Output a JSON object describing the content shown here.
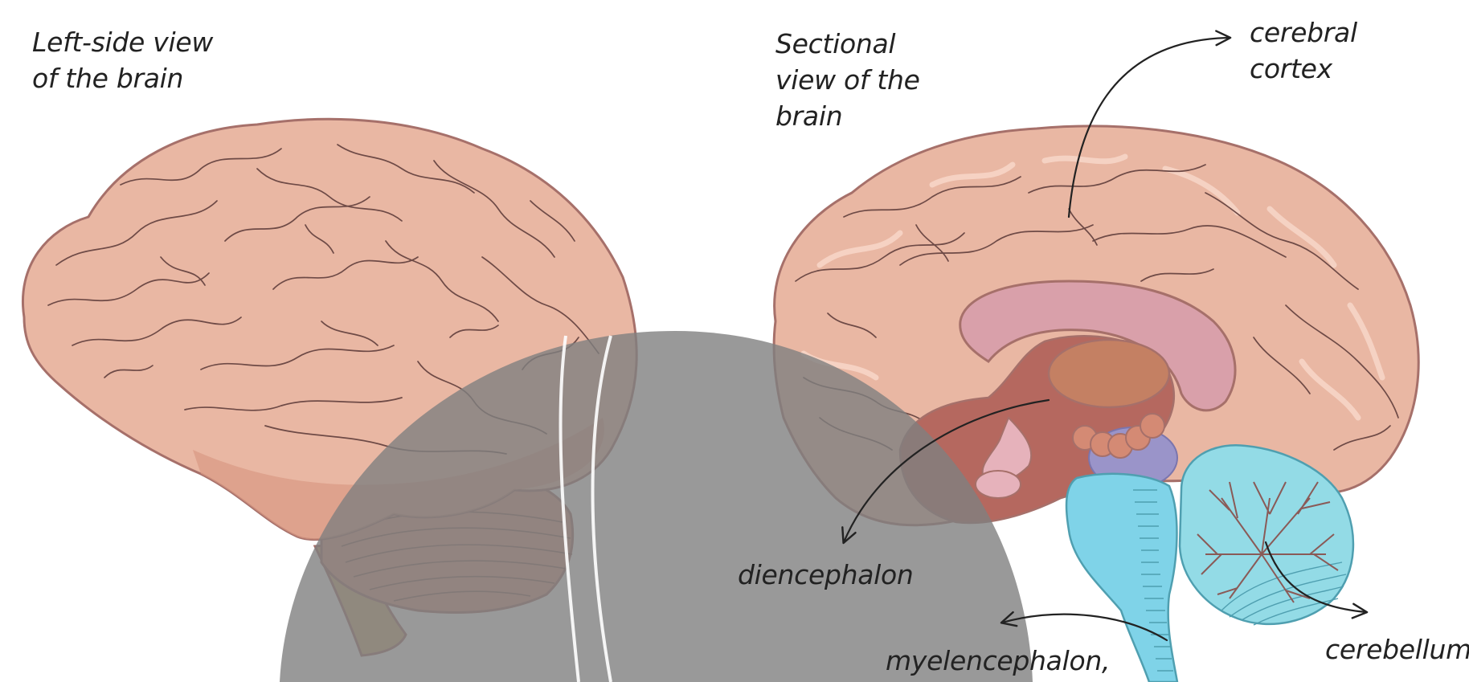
{
  "labels": {
    "left_view": "Left-side view\nof the brain",
    "sectional_view": "Sectional\nview of the\nbrain",
    "cerebral_cortex": "cerebral\ncortex",
    "diencephalon": "diencephalon",
    "myelencephalon": "myelencephalon,",
    "cerebellum": "cerebellum"
  },
  "colors": {
    "cortex_fill": "#e9b7a3",
    "cortex_shade": "#d99883",
    "cortex_highlight": "#f7d5c7",
    "outline": "#a6706a",
    "sulci": "#6e4a46",
    "corpus_callosum": "#d9a0aa",
    "thalamus": "#c48063",
    "diencephalon_dark": "#b5685f",
    "midbrain_purple": "#9a94c9",
    "brainstem_blue": "#7fd3e8",
    "cerebellum_blue": "#93dbe6",
    "cerebellum_lines": "#4f9fb0",
    "spinal_tan": "#d3b07a",
    "gray_overlay": "#808080",
    "arrow": "#222222"
  }
}
